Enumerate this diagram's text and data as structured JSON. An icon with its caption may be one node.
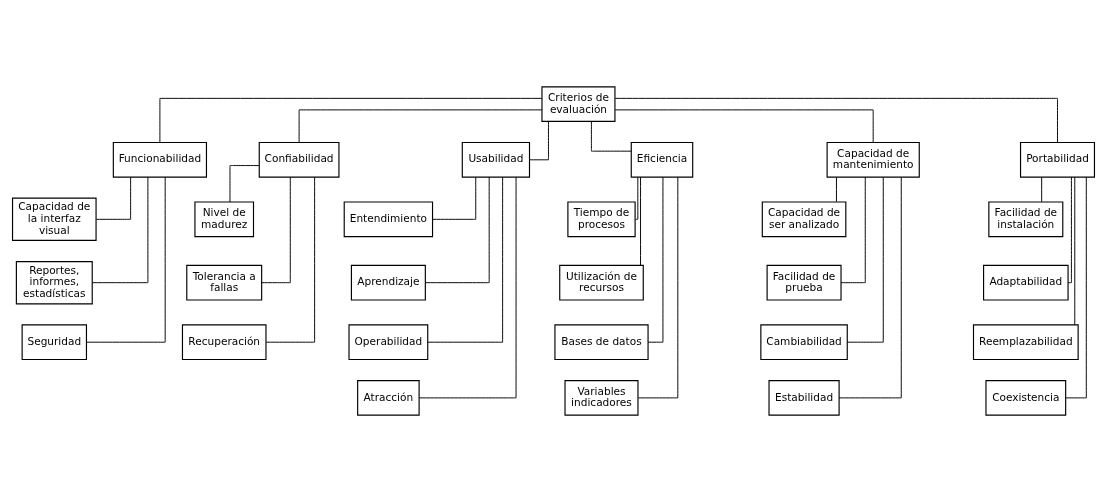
{
  "diagram": {
    "nodes": [
      {
        "text": [
          "Criterios de evaluación"
        ]
      },
      {
        "text": [
          "Funcionabilidad"
        ]
      },
      {
        "text": [
          "Confiabilidad"
        ]
      },
      {
        "text": [
          "Usabilidad"
        ]
      },
      {
        "text": [
          "Eficiencia"
        ]
      },
      {
        "text": [
          "Capacidad de mantenimiento"
        ]
      },
      {
        "text": [
          "Portabilidad"
        ]
      },
      {
        "text": [
          "Capacidad de la interfaz visual"
        ]
      },
      {
        "text": [
          "Reportes, informes, estadísticas"
        ]
      },
      {
        "text": [
          "Seguridad"
        ]
      },
      {
        "text": [
          "Nivel de madurez"
        ]
      },
      {
        "text": [
          "Tolerancia a fallas"
        ]
      },
      {
        "text": [
          "Recuperación"
        ]
      },
      {
        "text": [
          "Entendimiento"
        ]
      },
      {
        "text": [
          "Aprendizaje"
        ]
      },
      {
        "text": [
          "Operabilidad"
        ]
      },
      {
        "text": [
          "Atracción"
        ]
      },
      {
        "text": [
          "Tiempo de procesos"
        ]
      },
      {
        "text": [
          "Utilización de recursos"
        ]
      },
      {
        "text": [
          "Bases de datos"
        ]
      },
      {
        "text": [
          "Variables indicadores"
        ]
      },
      {
        "text": [
          "Capacidad de ser analizado"
        ]
      },
      {
        "text": [
          "Facilidad de prueba"
        ]
      },
      {
        "text": [
          "Cambiabilidad"
        ]
      },
      {
        "text": [
          "Estabilidad"
        ]
      },
      {
        "text": [
          "Facilidad de instalación"
        ]
      },
      {
        "text": [
          "Adaptabilidad"
        ]
      },
      {
        "text": [
          "Reemplazabilidad"
        ]
      },
      {
        "text": [
          "Coexistencia"
        ]
      }
    ],
    "edges": [
      {
        "from": 0,
        "to": 1,
        "arrow": "none"
      },
      {
        "from": 0,
        "to": 2,
        "arrow": "none"
      },
      {
        "from": 0,
        "to": 3,
        "arrow": "none"
      },
      {
        "from": 0,
        "to": 4,
        "arrow": "none"
      },
      {
        "from": 0,
        "to": 5,
        "arrow": "none"
      },
      {
        "from": 0,
        "to": 6,
        "arrow": "none"
      },
      {
        "from": 1,
        "to": 7,
        "arrow": "none"
      },
      {
        "from": 1,
        "to": 8,
        "arrow": "none"
      },
      {
        "from": 1,
        "to": 9,
        "arrow": "none"
      },
      {
        "from": 2,
        "to": 10,
        "arrow": "none"
      },
      {
        "from": 2,
        "to": 11,
        "arrow": "none"
      },
      {
        "from": 2,
        "to": 12,
        "arrow": "none"
      },
      {
        "from": 3,
        "to": 13,
        "arrow": "none"
      },
      {
        "from": 3,
        "to": 14,
        "arrow": "none"
      },
      {
        "from": 3,
        "to": 15,
        "arrow": "none"
      },
      {
        "from": 3,
        "to": 16,
        "arrow": "none"
      },
      {
        "from": 4,
        "to": 17,
        "arrow": "none"
      },
      {
        "from": 4,
        "to": 18,
        "arrow": "none"
      },
      {
        "from": 4,
        "to": 19,
        "arrow": "none"
      },
      {
        "from": 4,
        "to": 20,
        "arrow": "none"
      },
      {
        "from": 5,
        "to": 21,
        "arrow": "none"
      },
      {
        "from": 5,
        "to": 22,
        "arrow": "none"
      },
      {
        "from": 5,
        "to": 23,
        "arrow": "none"
      },
      {
        "from": 5,
        "to": 24,
        "arrow": "none"
      },
      {
        "from": 6,
        "to": 25,
        "arrow": "none"
      },
      {
        "from": 6,
        "to": 26,
        "arrow": "none"
      },
      {
        "from": 6,
        "to": 27,
        "arrow": "none"
      },
      {
        "from": 6,
        "to": 28,
        "arrow": "none"
      }
    ]
  }
}
